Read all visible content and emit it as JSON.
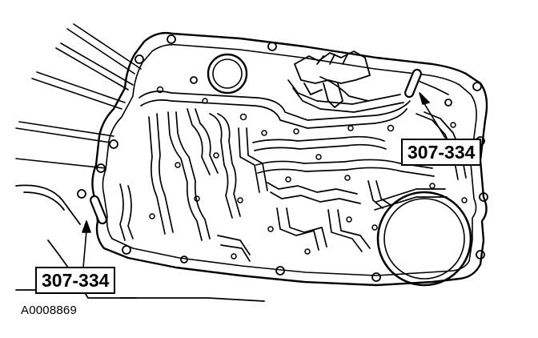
{
  "figure": {
    "figure_id": "A0008869",
    "callouts": [
      {
        "id": "right",
        "label": "307-334"
      },
      {
        "id": "left",
        "label": "307-334"
      }
    ]
  },
  "colors": {
    "line": "#000000",
    "background": "#ffffff"
  }
}
